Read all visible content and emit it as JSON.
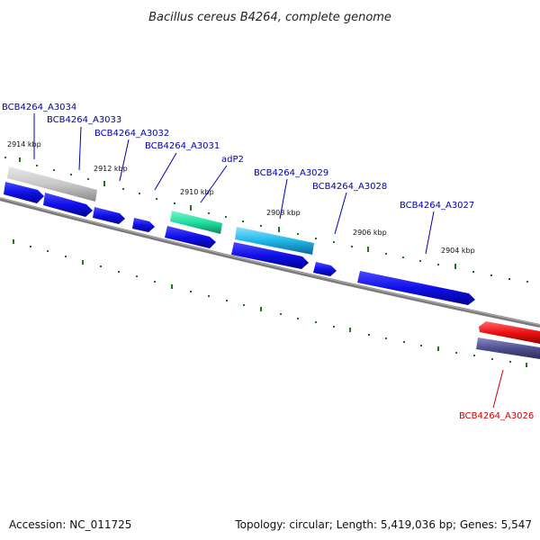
{
  "title": "Bacillus cereus B4264, complete genome",
  "colors": {
    "blue": "#1010e8",
    "gray": "#c8c8c8",
    "teal": "#20e0a0",
    "cyan": "#20b8e8",
    "red": "#ee1111",
    "slate": "#505090",
    "label_blue": "#0000aa",
    "label_red": "#cc0000",
    "tick_green": "#1a7a1a"
  },
  "kbp_labels": [
    "2914 kbp",
    "2912 kbp",
    "2910 kbp",
    "2908 kbp",
    "2906 kbp",
    "2904 kbp"
  ],
  "features": [
    {
      "name": "BCB4264_A3034",
      "color": "blue"
    },
    {
      "name": "BCB4264_A3033",
      "color": "blue"
    },
    {
      "name": "BCB4264_A3032",
      "color": "blue"
    },
    {
      "name": "BCB4264_A3031",
      "color": "blue"
    },
    {
      "name": "adP2",
      "color": "blue"
    },
    {
      "name": "BCB4264_A3029",
      "color": "blue"
    },
    {
      "name": "BCB4264_A3028",
      "color": "blue"
    },
    {
      "name": "BCB4264_A3027",
      "color": "blue"
    },
    {
      "name": "BCB4264_A3026",
      "color": "red"
    }
  ],
  "footer": {
    "accession": "Accession: NC_011725",
    "topology": "Topology: circular; Length: 5,419,036 bp; Genes: 5,547"
  }
}
